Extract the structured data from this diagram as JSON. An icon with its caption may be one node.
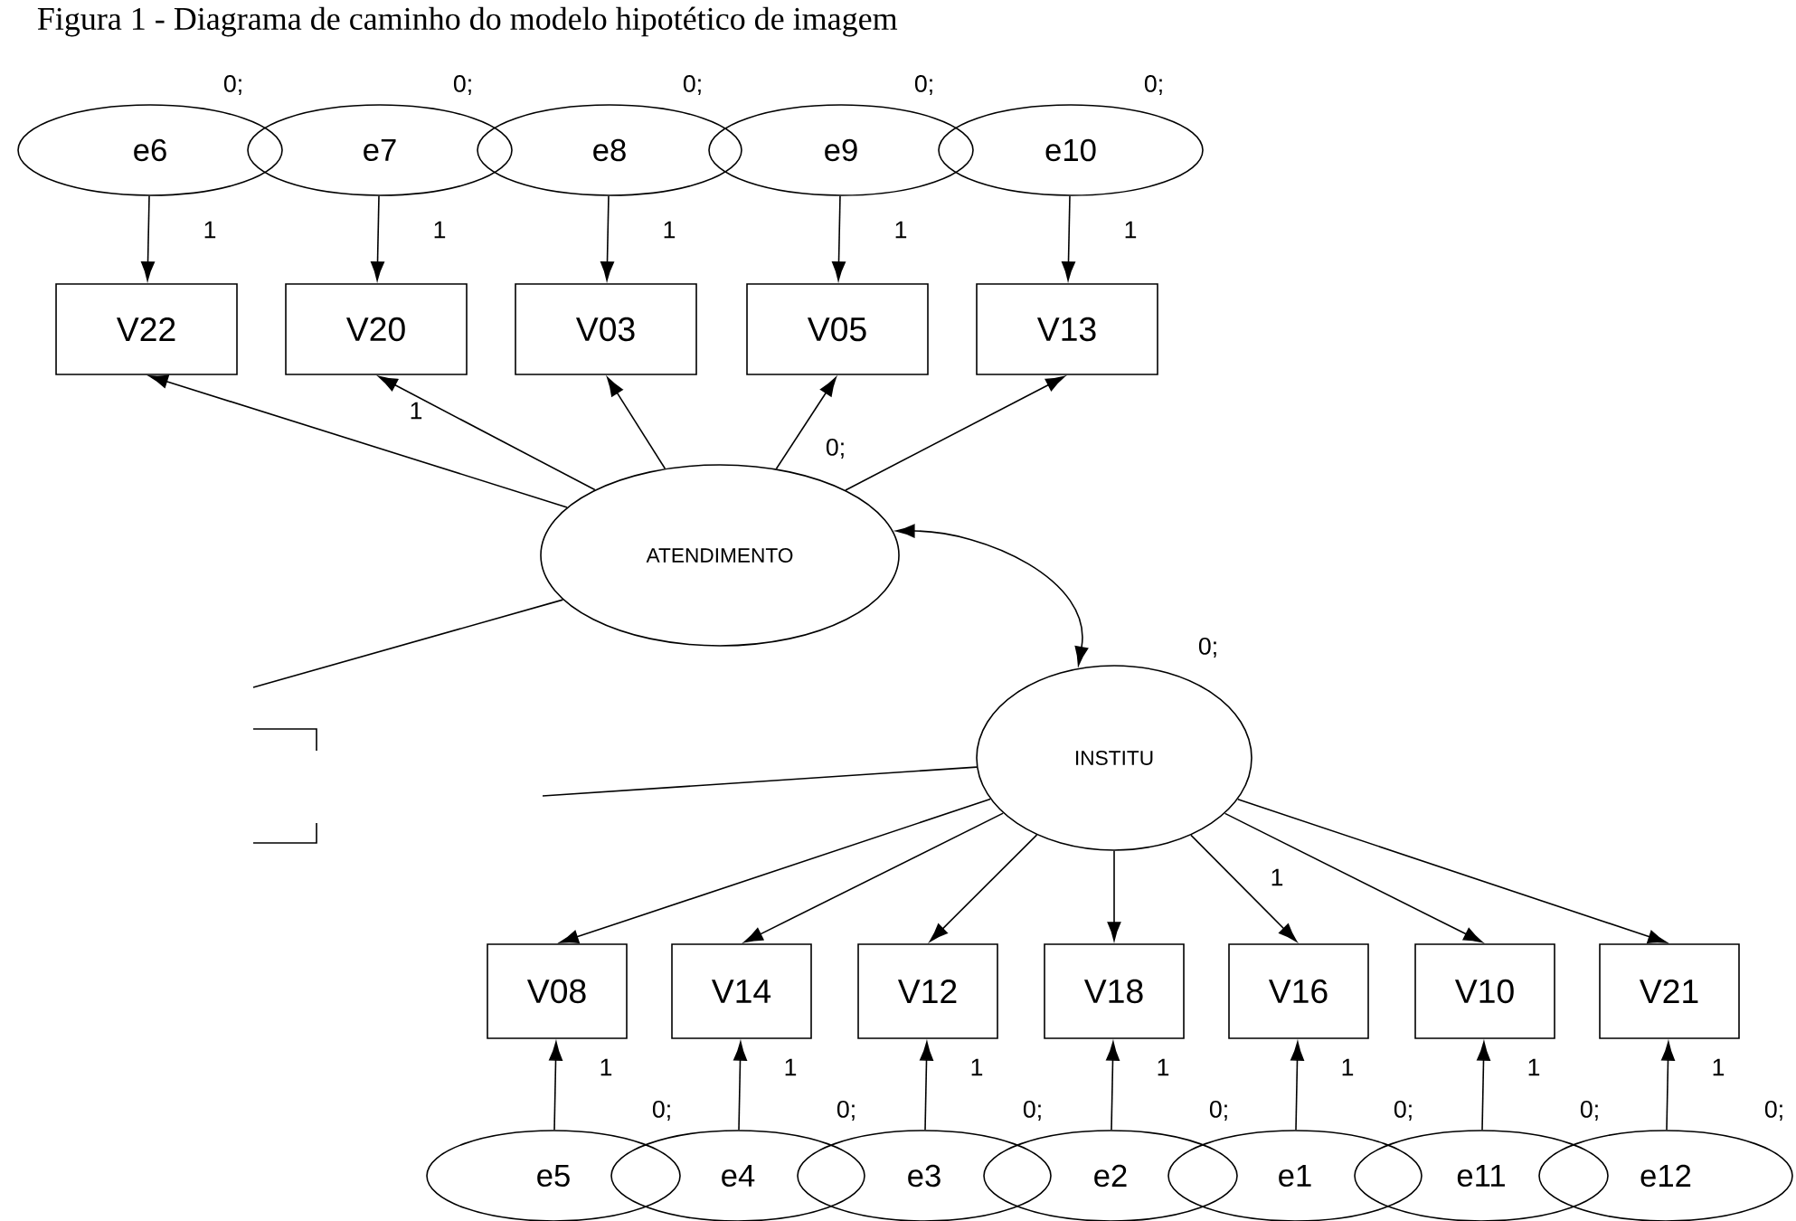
{
  "diagram": {
    "title": "Figura 1 - Diagrama de caminho do modelo hipotético de imagem",
    "nodes": [
      {
        "text": [
          "e6"
        ],
        "beside": [
          "0;"
        ]
      },
      {
        "text": [
          "e7"
        ],
        "beside": [
          "0;"
        ]
      },
      {
        "text": [
          "e8"
        ],
        "beside": [
          "0;"
        ]
      },
      {
        "text": [
          "e9"
        ],
        "beside": [
          "0;"
        ]
      },
      {
        "text": [
          "e10"
        ],
        "beside": [
          "0;"
        ]
      },
      {
        "text": [
          "V22"
        ]
      },
      {
        "text": [
          "V20"
        ]
      },
      {
        "text": [
          "V03"
        ]
      },
      {
        "text": [
          "V05"
        ]
      },
      {
        "text": [
          "V13"
        ]
      },
      {
        "text": [
          "ATENDIMENTO"
        ],
        "beside": [
          "0;"
        ]
      },
      {
        "text": [
          "INSTITU"
        ]
      },
      {
        "text": [
          "V08"
        ]
      },
      {
        "text": [
          "V14"
        ]
      },
      {
        "text": [
          "V12"
        ]
      },
      {
        "text": [
          "V18"
        ]
      },
      {
        "text": [
          "V16"
        ]
      },
      {
        "text": [
          "V10"
        ]
      },
      {
        "text": [
          "V21"
        ]
      },
      {
        "text": [
          "e5"
        ],
        "beside": [
          "0;"
        ]
      },
      {
        "text": [
          "e4"
        ],
        "beside": [
          "0;"
        ]
      },
      {
        "text": [
          "e3"
        ],
        "beside": [
          "0;"
        ]
      },
      {
        "text": [
          "e2"
        ],
        "beside": [
          "0;"
        ]
      },
      {
        "text": [
          "e1"
        ],
        "beside": [
          "0;"
        ]
      },
      {
        "text": [
          "e11"
        ],
        "beside": [
          "0;"
        ]
      },
      {
        "text": [
          "e12"
        ],
        "beside": [
          "0;"
        ]
      }
    ],
    "edges": [
      {
        "from": 0,
        "to": 5,
        "arrow": "to",
        "label": "1"
      },
      {
        "from": 1,
        "to": 6,
        "arrow": "to",
        "label": "1"
      },
      {
        "from": 2,
        "to": 7,
        "arrow": "to",
        "label": "1"
      },
      {
        "from": 3,
        "to": 8,
        "arrow": "to",
        "label": "1"
      },
      {
        "from": 4,
        "to": 9,
        "arrow": "to",
        "label": "1"
      },
      {
        "from": 10,
        "to": 5,
        "arrow": "to"
      },
      {
        "from": 10,
        "to": 6,
        "arrow": "to",
        "label": "1"
      },
      {
        "from": 10,
        "to": 7,
        "arrow": "to"
      },
      {
        "from": 10,
        "to": 8,
        "arrow": "to"
      },
      {
        "from": 10,
        "to": 9,
        "arrow": "to"
      },
      {
        "from": 10,
        "to": 11,
        "arrow": "both",
        "label": "0;"
      },
      {
        "from": 11,
        "to": 12,
        "arrow": "to"
      },
      {
        "from": 11,
        "to": 13,
        "arrow": "to"
      },
      {
        "from": 11,
        "to": 14,
        "arrow": "to"
      },
      {
        "from": 11,
        "to": 15,
        "arrow": "to"
      },
      {
        "from": 11,
        "to": 16,
        "arrow": "to"
      },
      {
        "from": 11,
        "to": 17,
        "arrow": "to",
        "label": "1"
      },
      {
        "from": 11,
        "to": 18,
        "arrow": "to"
      },
      {
        "from": 19,
        "to": 12,
        "arrow": "to",
        "label": "1"
      },
      {
        "from": 20,
        "to": 13,
        "arrow": "to",
        "label": "1"
      },
      {
        "from": 21,
        "to": 14,
        "arrow": "to",
        "label": "1"
      },
      {
        "from": 22,
        "to": 15,
        "arrow": "to",
        "label": "1"
      },
      {
        "from": 23,
        "to": 16,
        "arrow": "to",
        "label": "1"
      },
      {
        "from": 24,
        "to": 17,
        "arrow": "to",
        "label": "1"
      },
      {
        "from": 25,
        "to": 18,
        "arrow": "to",
        "label": "1"
      },
      {
        "from": 10,
        "to": null,
        "arrow": "none"
      },
      {
        "from": 11,
        "to": null,
        "arrow": "none"
      }
    ]
  }
}
